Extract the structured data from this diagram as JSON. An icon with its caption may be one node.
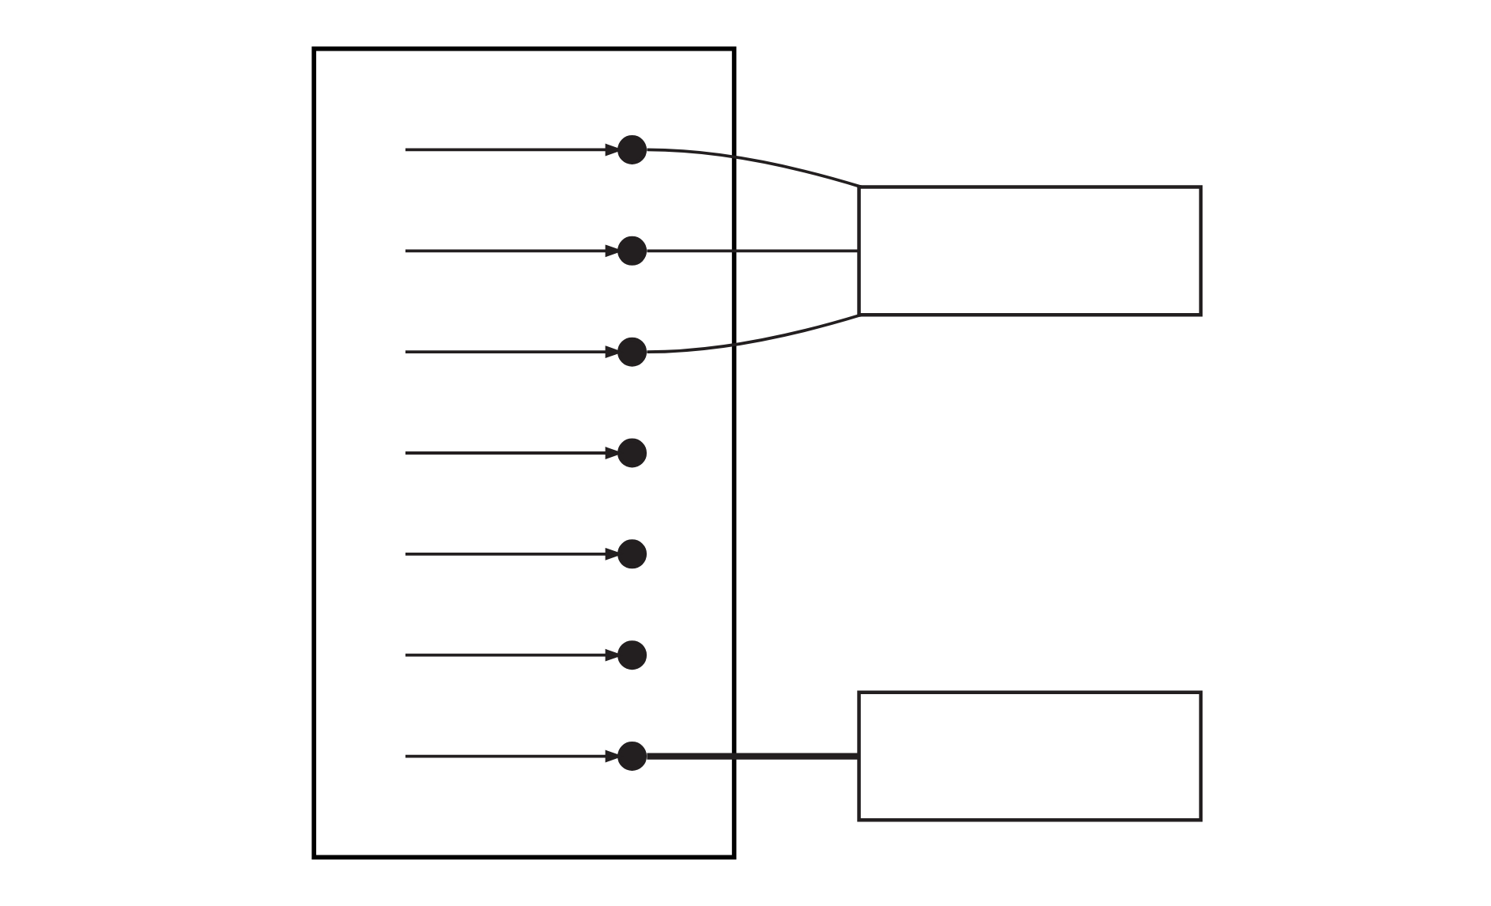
{
  "diagram": {
    "nodes": [
      {
        "text": [],
        "shape": "box"
      },
      {
        "text": [],
        "shape": "point",
        "in": 0
      },
      {
        "text": [],
        "shape": "point",
        "in": 0
      },
      {
        "text": [],
        "shape": "point",
        "in": 0
      },
      {
        "text": [],
        "shape": "point",
        "in": 0
      },
      {
        "text": [],
        "shape": "point",
        "in": 0
      },
      {
        "text": [],
        "shape": "point",
        "in": 0
      },
      {
        "text": [],
        "shape": "point",
        "in": 0
      },
      {
        "text": [],
        "shape": "box"
      },
      {
        "text": [],
        "shape": "box"
      }
    ],
    "edges": [
      {
        "from": null,
        "to": 1,
        "arrow": "to"
      },
      {
        "from": null,
        "to": 2,
        "arrow": "to"
      },
      {
        "from": null,
        "to": 3,
        "arrow": "to"
      },
      {
        "from": null,
        "to": 4,
        "arrow": "to"
      },
      {
        "from": null,
        "to": 5,
        "arrow": "to"
      },
      {
        "from": null,
        "to": 6,
        "arrow": "to"
      },
      {
        "from": null,
        "to": 7,
        "arrow": "to"
      },
      {
        "from": 1,
        "to": 8,
        "arrow": "none"
      },
      {
        "from": 2,
        "to": 8,
        "arrow": "none"
      },
      {
        "from": 3,
        "to": 8,
        "arrow": "none"
      },
      {
        "from": 7,
        "to": 9,
        "arrow": "none",
        "style": "thick"
      }
    ]
  }
}
